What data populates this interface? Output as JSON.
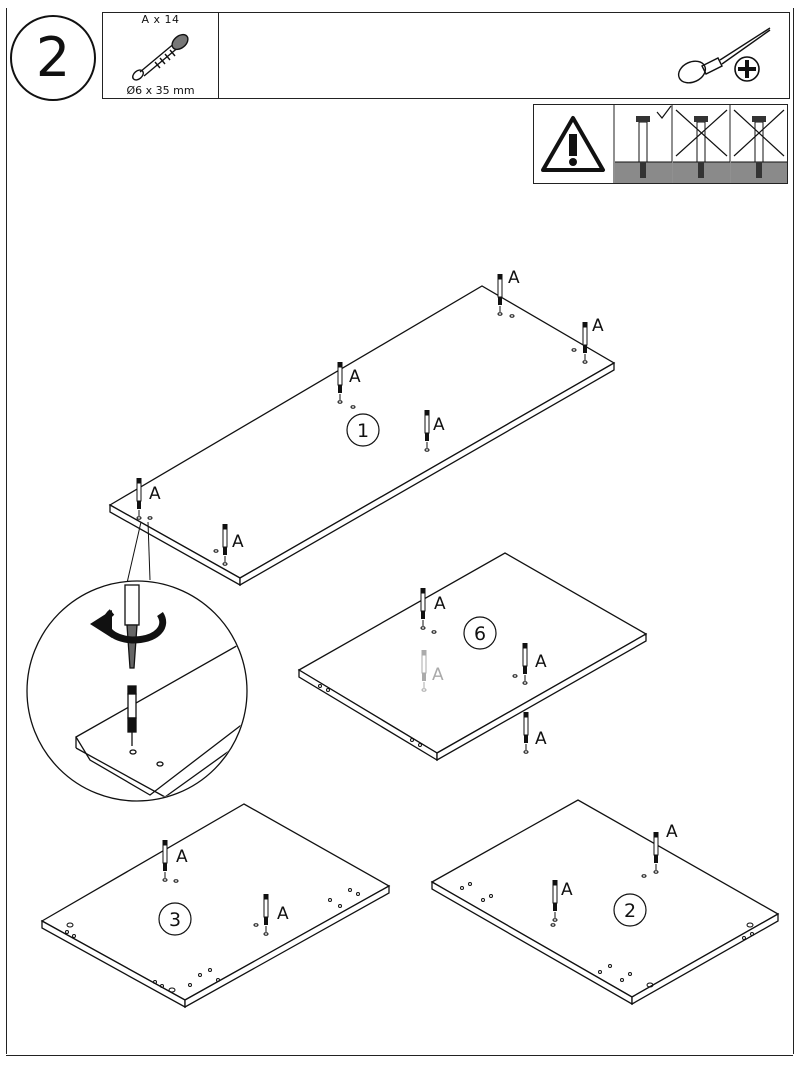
{
  "step": {
    "number": "2"
  },
  "part": {
    "quantity_label": "A x 14",
    "size_label": "Ø6 x 35 mm"
  },
  "tools": {
    "screwdriver_icon": "phillips-screwdriver-icon",
    "head_icon": "phillips-head-icon"
  },
  "warning": {
    "icon": "warning-triangle-icon",
    "panels": [
      "correct-depth",
      "too-deep",
      "too-shallow"
    ]
  },
  "panels": [
    {
      "number": "1",
      "screw_label": "A"
    },
    {
      "number": "6",
      "screw_label": "A"
    },
    {
      "number": "3",
      "screw_label": "A"
    },
    {
      "number": "2",
      "screw_label": "A"
    }
  ]
}
